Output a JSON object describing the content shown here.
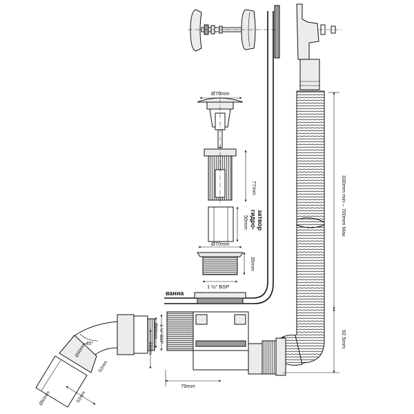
{
  "labels": {
    "cap_diameter": "Ø70mm",
    "trap_height": "77mm",
    "seal_height": "50mm",
    "seal_word_1": "гидро-",
    "seal_word_2": "затвор",
    "flange_diameter": "Ø70mm",
    "flange_height": "35mm",
    "flange_thread": "1 ½\" BSP",
    "bath_label": "ванна",
    "overflow_length": "330mm min – 700mm Max",
    "outlet_height": "92.5mm",
    "body_thread": "1 ½\" BSP",
    "body_inner": "Ø40mm",
    "body_height": "56mm",
    "body_offset": "79mm",
    "elbow_angle": "45°",
    "elbow_inner": "Ø40mm",
    "elbow_length": "52mm",
    "pipe_outer": "Ø50mm",
    "pipe_length": "52mm"
  }
}
